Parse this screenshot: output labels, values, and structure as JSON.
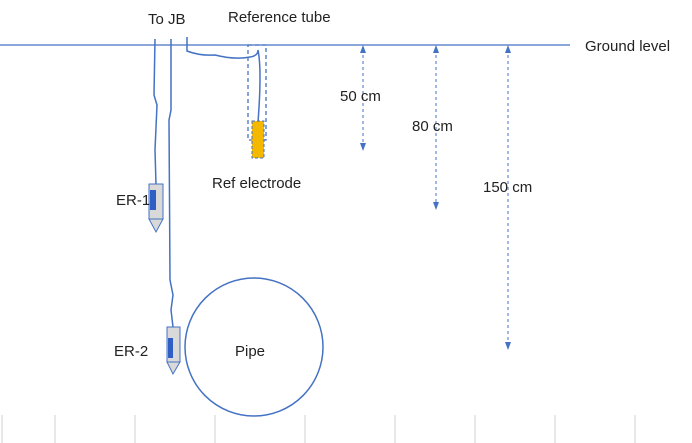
{
  "labels": {
    "to_jb": "To JB",
    "reference_tube": "Reference tube",
    "ground_level": "Ground level",
    "ref_electrode": "Ref electrode",
    "er1": "ER-1",
    "er2": "ER-2",
    "pipe": "Pipe"
  },
  "depths": [
    {
      "label": "50 cm",
      "value_cm": 50
    },
    {
      "label": "80 cm",
      "value_cm": 80
    },
    {
      "label": "150 cm",
      "value_cm": 150
    }
  ],
  "colors": {
    "line": "#4472c4",
    "electrode": "#f5b800",
    "probe_body": "#d9d9d9",
    "probe_sensor": "#2f5fc4"
  }
}
